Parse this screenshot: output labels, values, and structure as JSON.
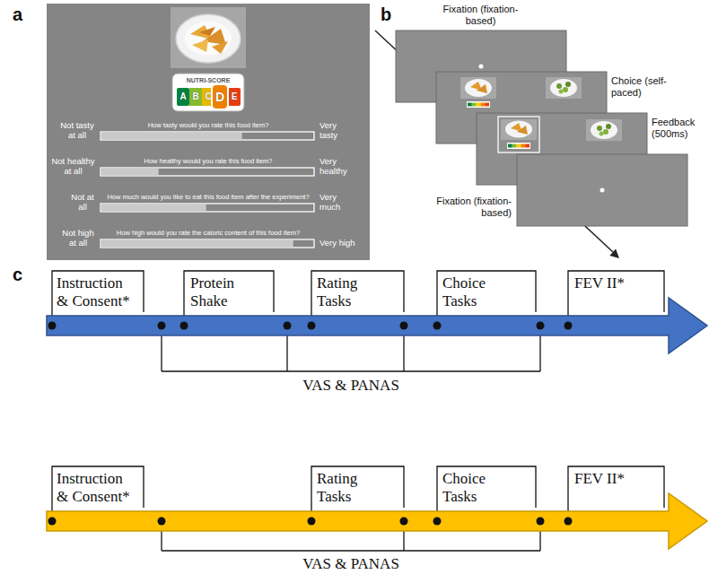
{
  "diagram": {
    "nodes": [
      {
        "text": [
          "How tasty would you rate this food item?",
          "Not tasty at all",
          "Very tasty",
          "How healthy would you rate this food item?",
          "Not healthy at all",
          "Very healthy",
          "How much would you like to eat this food item after the experiment?",
          "Not at all",
          "Very much",
          "How high would you rate the caloric content of this food item?",
          "Not high at all",
          "Very high"
        ]
      },
      {
        "text": [
          "NUTRI-SCORE",
          "A",
          "B",
          "C",
          "D",
          "E"
        ],
        "in": 0
      },
      {
        "text": [
          "Fixation (fixation-based)"
        ]
      },
      {
        "text": [
          "Choice (self-paced)"
        ]
      },
      {
        "text": [
          "Feedback (500ms)"
        ]
      },
      {
        "text": [
          "Fixation (fixation-based)"
        ]
      }
    ],
    "labels": [
      "a",
      "b",
      "c",
      "Instruction & Consent*",
      "Protein Shake",
      "Rating Tasks",
      "Choice Tasks",
      "FEV II*",
      "VAS & PANAS",
      "Instruction & Consent*",
      "Rating Tasks",
      "Choice Tasks",
      "FEV II*",
      "VAS & PANAS"
    ]
  }
}
